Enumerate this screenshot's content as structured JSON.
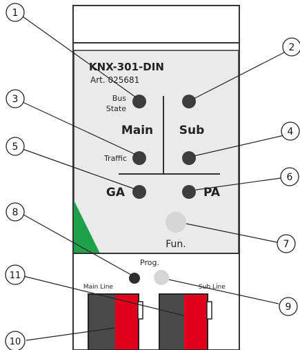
{
  "device": {
    "model": "KNX-301-DIN",
    "article": "Art. 025681",
    "bus_state_line1": "Bus",
    "bus_state_line2": "State",
    "main_label": "Main",
    "sub_label": "Sub",
    "traffic_label": "Traffic",
    "ga_label": "GA",
    "pa_label": "PA",
    "fun_label": "Fun.",
    "prog_label": "Prog.",
    "main_line_label": "Main Line",
    "sub_line_label": "Sub Line"
  },
  "callouts": [
    "1",
    "2",
    "3",
    "4",
    "5",
    "6",
    "7",
    "8",
    "9",
    "10",
    "11"
  ],
  "colors": {
    "led": "#3d3d3d",
    "fun_button": "#d6d6d6",
    "prog_button": "#d6d6d6",
    "panel": "#ebebeb",
    "accent_triangle": "#1fa04a",
    "connector_red": "#e0001b",
    "connector_dark": "#4a4a4a"
  }
}
